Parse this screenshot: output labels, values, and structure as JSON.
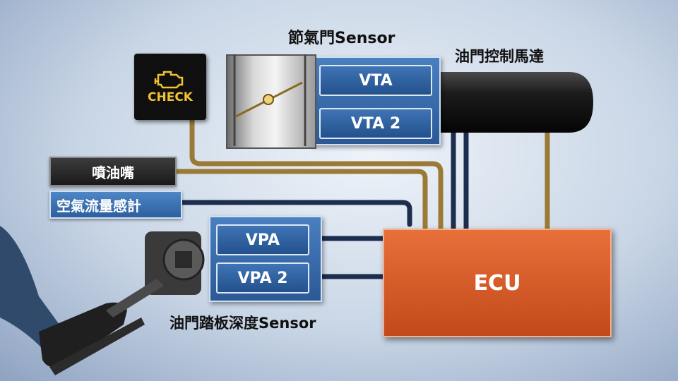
{
  "diagram": {
    "throttle_sensor_title": "節氣門Sensor",
    "throttle_motor_title": "油門控制馬達",
    "check_engine_text": "CHECK",
    "injector_label": "噴油嘴",
    "airflow_label": "空氣流量感計",
    "vta_label": "VTA",
    "vta2_label": "VTA 2",
    "vpa_label": "VPA",
    "vpa2_label": "VPA 2",
    "pedal_sensor_title": "油門踏板深度Sensor",
    "ecu_label": "ECU"
  },
  "colors": {
    "ecu_orange": "#d9592a",
    "sensor_blue": "#3566a8",
    "wire_tan": "#9a7a35",
    "wire_navy": "#1c2d4e",
    "check_amber": "#f2c230"
  }
}
